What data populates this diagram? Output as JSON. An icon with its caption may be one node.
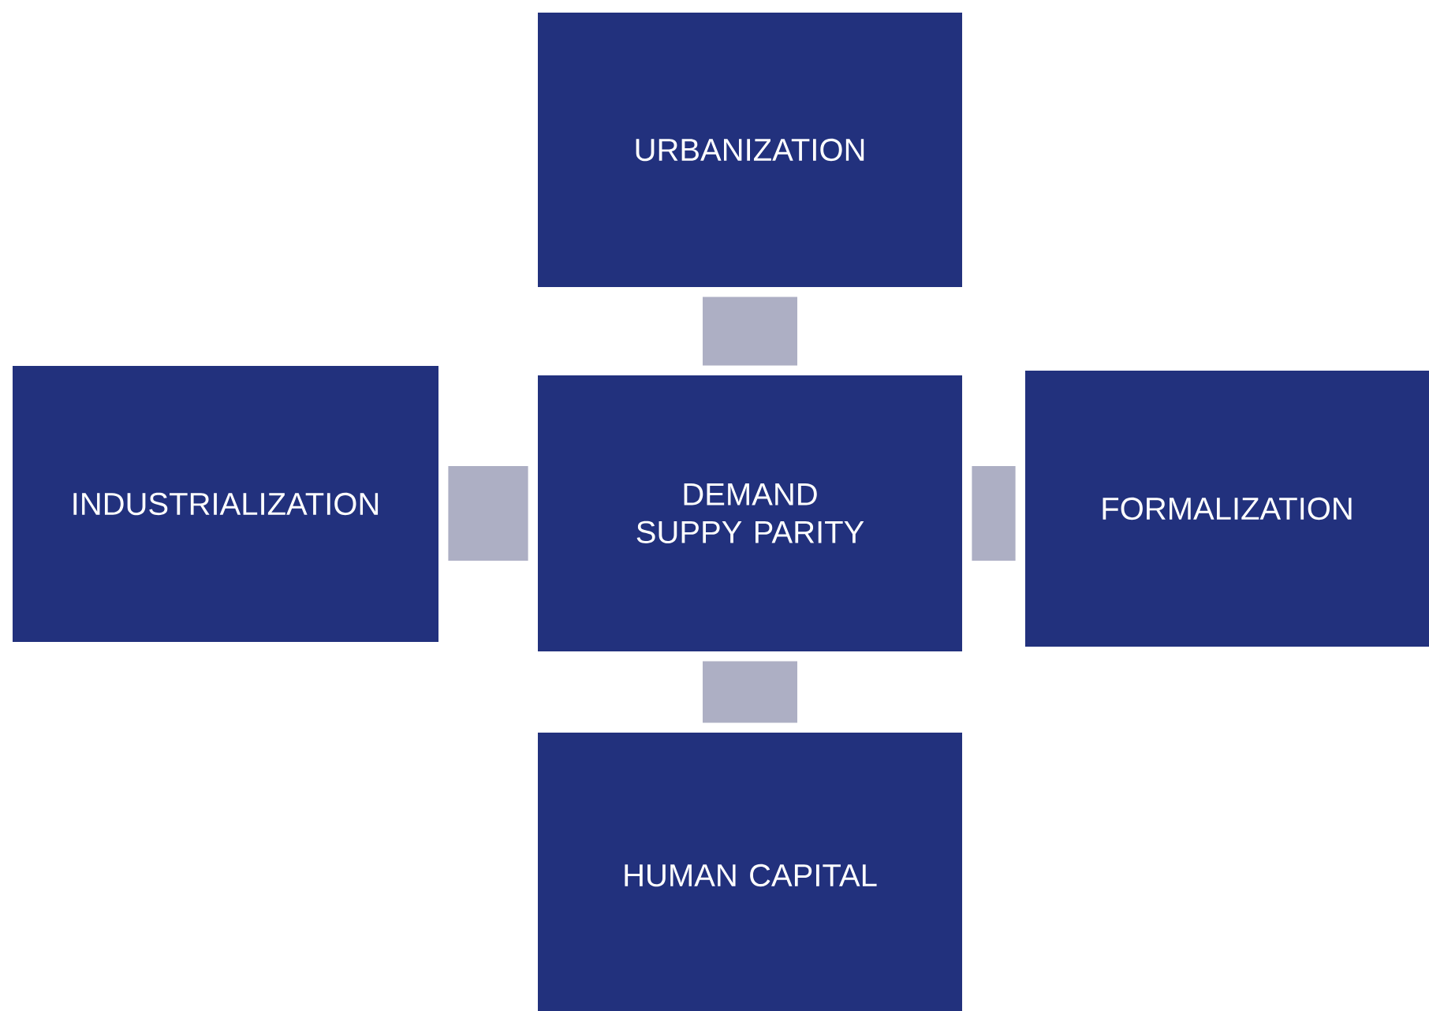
{
  "diagram": {
    "nodes": [
      {
        "text": [
          "URBANIZATION"
        ]
      },
      {
        "text": [
          "INDUSTRIALIZATION"
        ]
      },
      {
        "text": [
          "DEMAND SUPPY PARITY"
        ]
      },
      {
        "text": [
          "FORMALIZATION"
        ]
      },
      {
        "text": [
          "HUMAN CAPITAL"
        ]
      }
    ],
    "edges": [
      {
        "from": 0,
        "to": 2,
        "arrow": "none"
      },
      {
        "from": 1,
        "to": 2,
        "arrow": "none"
      },
      {
        "from": 2,
        "to": 3,
        "arrow": "none"
      },
      {
        "from": 2,
        "to": 4,
        "arrow": "none"
      }
    ]
  }
}
